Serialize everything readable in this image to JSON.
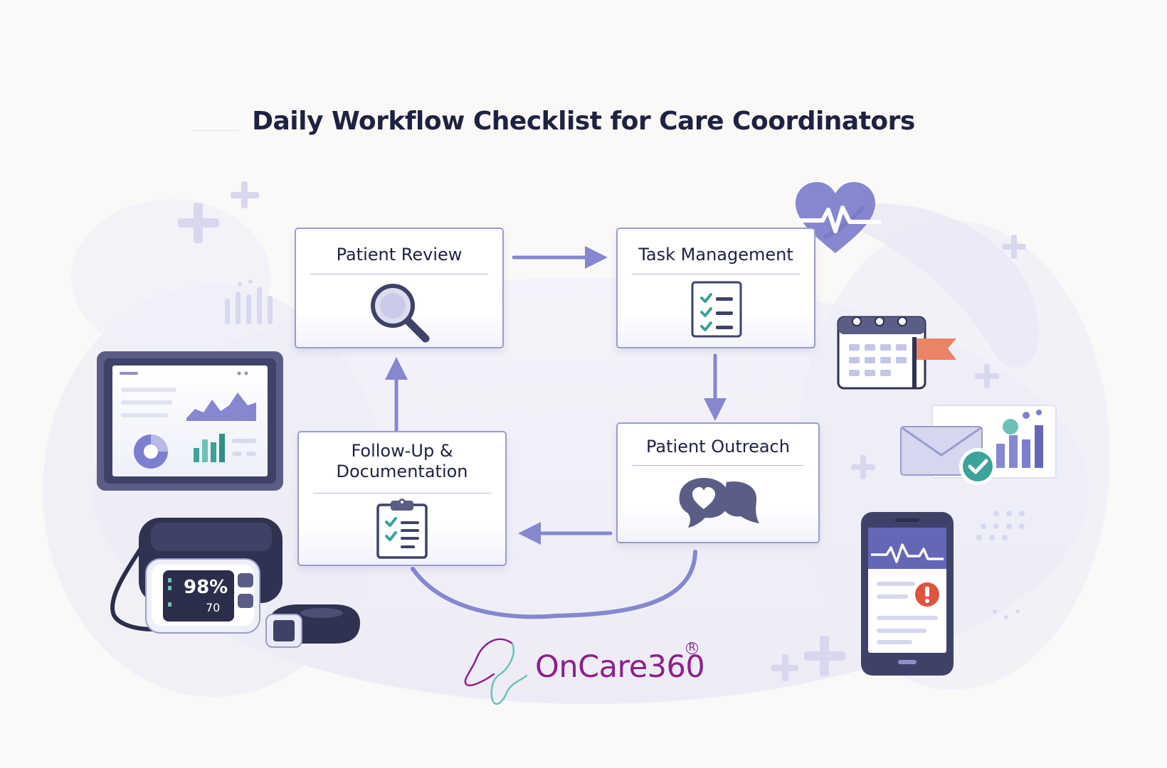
{
  "title": "Daily Workflow Checklist for Care Coordinators",
  "steps": [
    {
      "label": "Patient Review",
      "icon": "magnifying-glass-icon"
    },
    {
      "label": "Task Management",
      "icon": "checklist-icon"
    },
    {
      "label": "Patient Outreach",
      "icon": "chat-bubbles-icon"
    },
    {
      "label_line1": "Follow-Up &",
      "label_line2": "Documentation",
      "icon": "clipboard-icon"
    }
  ],
  "flow": [
    "Patient Review",
    "Task Management",
    "Patient Outreach",
    "Follow-Up & Documentation",
    "Patient Review"
  ],
  "devices": {
    "monitor_primary": "98%",
    "monitor_secondary": "70"
  },
  "brand": {
    "name": "OnCare360",
    "registered_mark": "R"
  },
  "colors": {
    "title": "#1e2242",
    "card_border": "#9a9ccf",
    "arrow": "#8587d0",
    "accent": "#7c7fcf",
    "brand": "#8e1f8c",
    "alert": "#e0533f",
    "check": "#3aa39a",
    "flag": "#ea8466"
  }
}
